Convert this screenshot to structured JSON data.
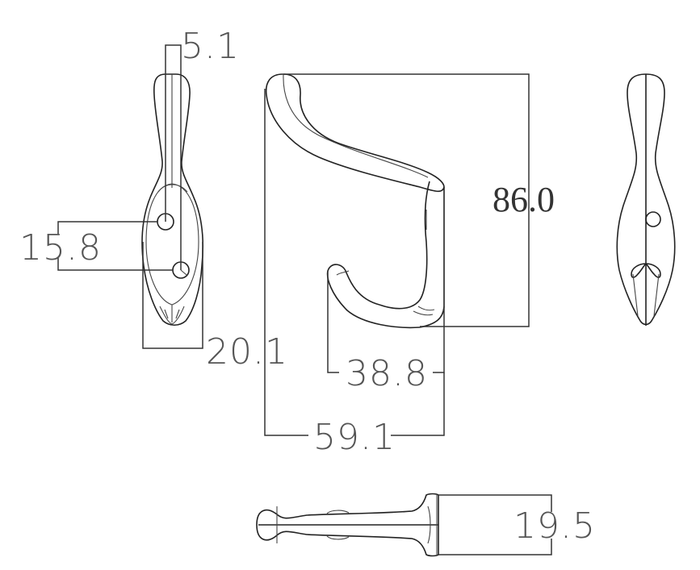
{
  "drawing": {
    "subject": "Double coat hook technical drawing",
    "views": [
      "side-view-left",
      "front-profile-view",
      "side-view-right",
      "top-view"
    ],
    "dimensions": {
      "thickness_top": "5.1",
      "hole_spacing": "15.8",
      "base_width": "20.1",
      "height": "86.0",
      "lower_hook_depth": "38.8",
      "total_depth": "59.1",
      "top_view_width": "19.5"
    },
    "colors": {
      "background": "#ffffff",
      "lines": "#222222",
      "labels": "#555555"
    }
  }
}
